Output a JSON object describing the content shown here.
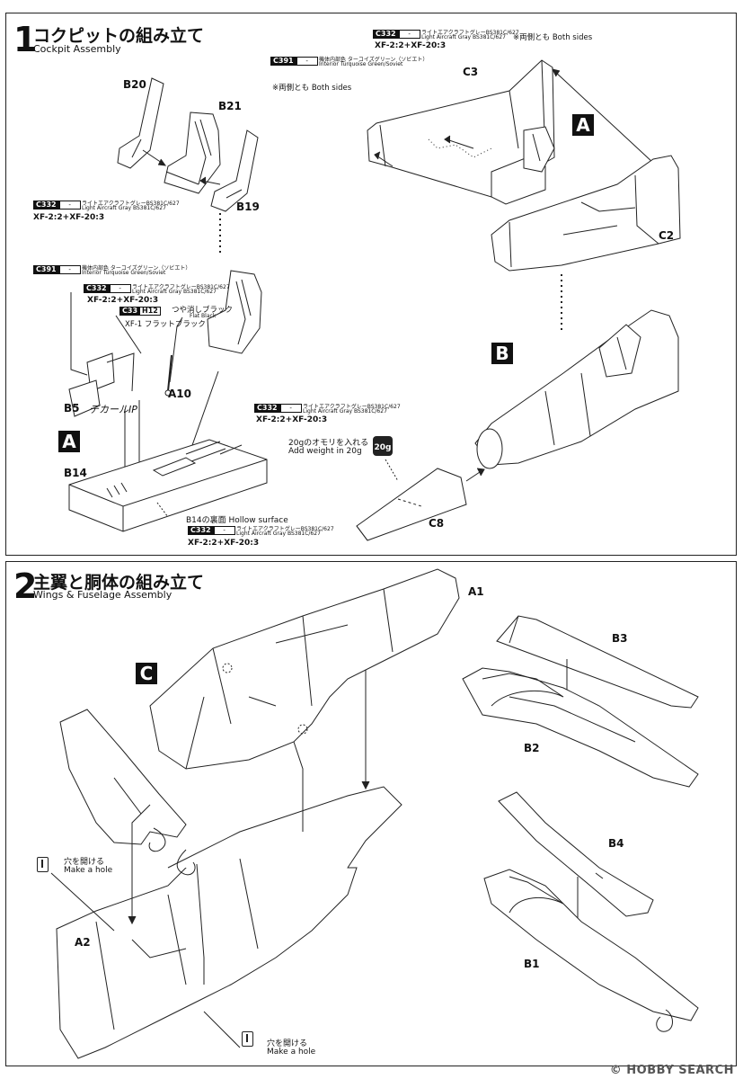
{
  "step1": {
    "number": "1",
    "title_jp": "コクピットの組み立て",
    "title_en": "Cockpit Assembly",
    "parts": {
      "b20": "B20",
      "b21": "B21",
      "b19": "B19",
      "b5": "B5",
      "a10": "A10",
      "b14": "B14",
      "c3": "C3",
      "c2": "C2",
      "c8": "C8"
    },
    "decal": "デカールIP",
    "both_sides_jp_en": "※両側とも Both sides",
    "weight_jp": "20gのオモリを入れる",
    "weight_en": "Add weight in 20g",
    "weight_badge": "20g",
    "hollow": "B14の裏面 Hollow surface",
    "markers": {
      "a": "A",
      "b": "B"
    },
    "paint": {
      "c332_code": "C332",
      "c332_jp": "ライトエアクラフトグレーBS381C/627",
      "c332_en": "Light Aircraft Gray BS381C/627",
      "c332_mix": "XF-2:2+XF-20:3",
      "c391_code": "C391",
      "c391_jp": "機体内部色 ターコイズグリーン（ソビエト）",
      "c391_en": "Interior Turquoise Green/Soviet",
      "c33_code": "C33",
      "h12_code": "H12",
      "c33_jp": "つや消しブラック",
      "c33_en": "Flat Black",
      "c33_mix": "XF-1 フラットブラック",
      "dash": "-"
    }
  },
  "step2": {
    "number": "2",
    "title_jp": "主翼と胴体の組み立て",
    "title_en": "Wings & Fuselage Assembly",
    "parts": {
      "a1": "A1",
      "a2": "A2",
      "b1": "B1",
      "b2": "B2",
      "b3": "B3",
      "b4": "B4"
    },
    "marker_c": "C",
    "hole_jp": "穴を開ける",
    "hole_en": "Make a hole"
  },
  "watermark": "© HOBBY SEARCH"
}
